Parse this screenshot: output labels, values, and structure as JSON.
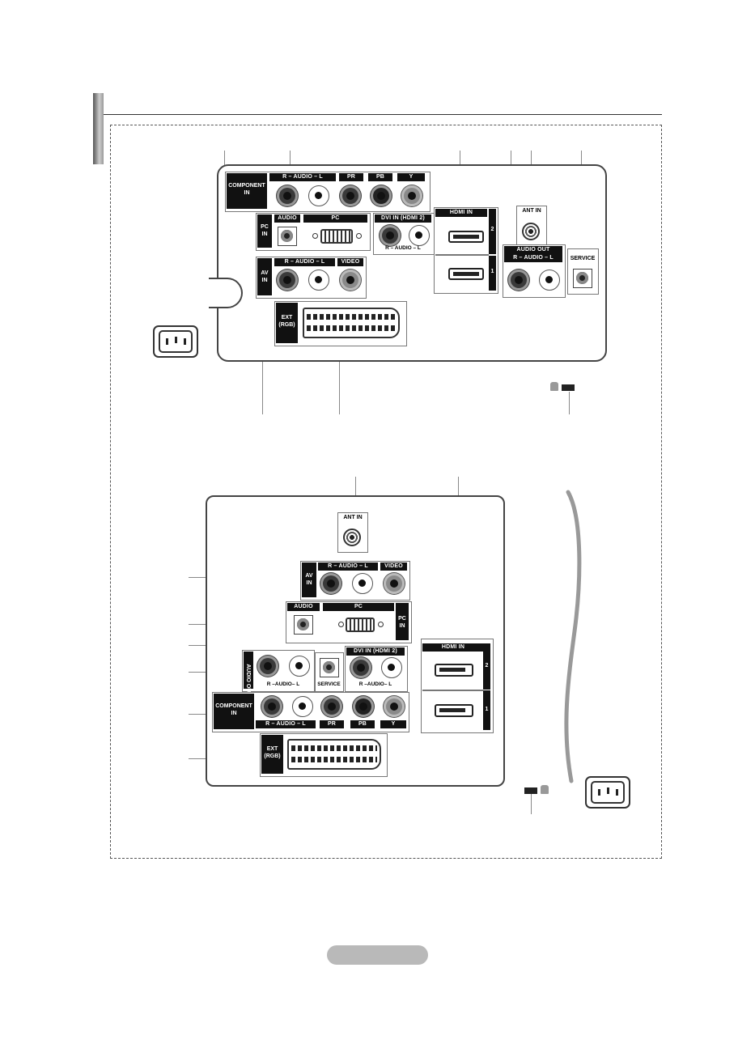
{
  "top_panel": {
    "component_in": {
      "title": "COMPONENT\nIN",
      "audio": "R – AUDIO – L",
      "pr": "PR",
      "pb": "PB",
      "y": "Y"
    },
    "pc_in": {
      "title": "PC\nIN",
      "audio": "AUDIO",
      "pc": "PC"
    },
    "dvi_in": {
      "title": "DVI IN (HDMI 2)",
      "audio": "R – AUDIO – L"
    },
    "hdmi_in": {
      "title": "HDMI IN",
      "port2": "2",
      "port1": "1"
    },
    "ant_in": "ANT IN",
    "audio_out": {
      "title": "AUDIO OUT",
      "audio": "R – AUDIO – L"
    },
    "service": "SERVICE",
    "av_in": {
      "title": "AV\nIN",
      "audio": "R – AUDIO – L",
      "video": "VIDEO"
    },
    "ext_rgb": "EXT\n(RGB)"
  },
  "bottom_panel": {
    "ant_in": "ANT IN",
    "av_in": {
      "title": "AV\nIN",
      "audio": "R – AUDIO – L",
      "video": "VIDEO"
    },
    "pc_in": {
      "audio": "AUDIO",
      "pc": "PC",
      "title": "PC\nIN"
    },
    "audio_out": {
      "title": "AUDIO OUT",
      "audio": "R –AUDIO– L"
    },
    "service": "SERVICE",
    "dvi_in": {
      "title": "DVI IN (HDMI 2)",
      "audio": "R –AUDIO– L"
    },
    "hdmi_in": {
      "title": "HDMI IN",
      "port2": "2",
      "port1": "1"
    },
    "component_in": {
      "title": "COMPONENT\nIN",
      "audio": "R – AUDIO – L",
      "pr": "PR",
      "pb": "PB",
      "y": "Y"
    },
    "ext_rgb": "EXT\n(RGB)"
  }
}
